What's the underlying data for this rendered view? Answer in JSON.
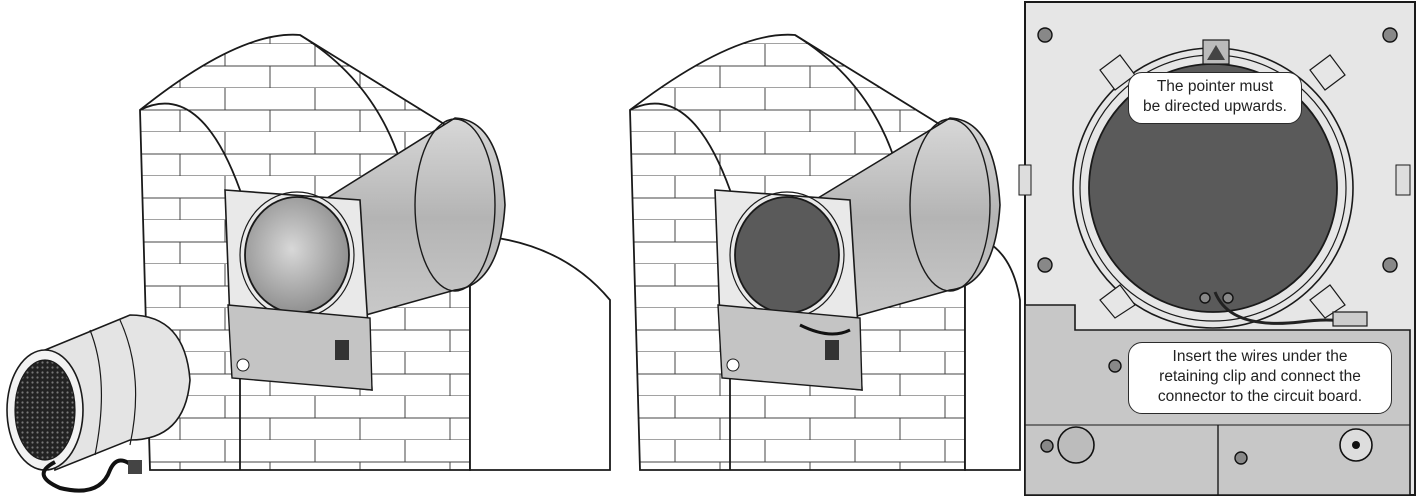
{
  "callouts": {
    "pointer": {
      "lines": [
        "The pointer must",
        "be directed upwards."
      ]
    },
    "wires": {
      "lines": [
        "Insert the wires under the",
        "retaining clip and connect the",
        "connector to the circuit board."
      ]
    }
  },
  "colors": {
    "outline": "#1a1a1a",
    "duct": "#bdbdbd",
    "panel": "#e6e6e6",
    "lower_box": "#c7c7c7",
    "disc": "#5a5a5a",
    "brick": "#ffffff"
  },
  "icons": [
    "pointer-triangle-icon",
    "screw-icon",
    "connector-plug-icon",
    "cable-icon"
  ]
}
